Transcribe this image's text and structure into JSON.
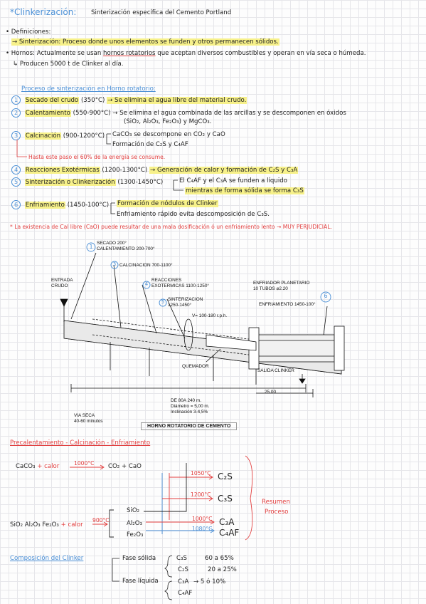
{
  "title": {
    "heading": "*Clinkerización:",
    "subtitle": "Sinterización específica del Cemento Portland"
  },
  "definiciones": {
    "label": "• Definiciones:",
    "line": "→ Sinterización: Proceso donde unos elementos se funden y otros permanecen sólidos."
  },
  "hornos": {
    "label": "• Hornos:",
    "pre": "Actualmente se usan",
    "key": "hornos rotatorios",
    "post": "que aceptan diversos combustibles y operan en vía seca o húmeda.",
    "produce": "↳ Producen 5000 t de Clinker al día."
  },
  "process_title": "Proceso de sinterización en Horno rotatorio:",
  "steps": {
    "s1": {
      "num": "1",
      "name": "Secado del crudo",
      "temp": "(350°C)",
      "desc": "→ Se elimina el agua libre del material crudo."
    },
    "s2": {
      "num": "2",
      "name": "Calentamiento",
      "temp": "(550-900°C)",
      "desc": "→ Se elimina el agua combinada de las arcillas y se descomponen en óxidos",
      "desc2": "(SiO₂, Al₂O₃, Fe₂O₃) y MgCO₃."
    },
    "s3": {
      "num": "3",
      "name": "Calcinación",
      "temp": "(900-1200°C)",
      "a": "CaCO₃ se descompone en CO₂ y CaO",
      "b": "Formación de C₂S y C₄AF",
      "note": "Hasta este paso el 60% de la energía se consume."
    },
    "s4": {
      "num": "4",
      "name": "Reacciones Exotérmicas",
      "temp": "(1200-1300°C)",
      "desc": "→ Generación de calor y formación de C₂S y C₃A"
    },
    "s5": {
      "num": "5",
      "name": "Sinterización o Clinkerización",
      "temp": "(1300-1450°C)",
      "a": "El C₄AF y el C₃A se funden a líquido",
      "b": "mientras de forma sólida se forma C₃S"
    },
    "s6": {
      "num": "6",
      "name": "Enfriamiento",
      "temp": "(1450-100°C)",
      "a": "Formación de nódulos de Clinker",
      "b": "Enfriamiento rápido evita descomposición de C₃S."
    }
  },
  "warning": "* La existencia de Cal libre (CaO) puede resultar de una mala dosificación ó un enfriamiento lento → MUY PERJUDICIAL.",
  "figure": {
    "l1": "SECADO 200°",
    "l1b": "CALENTAMIENTO 200-700°",
    "l3": "CALCINACION 700-1100°",
    "l4a": "REACCIONES",
    "l4b": "EXOTERMICAS 1100-1250°",
    "l5a": "SINTERIZACION",
    "l5b": "1250-1450°",
    "entrada": "ENTRADA",
    "crudo": "CRUDO",
    "velocidad": "V= 100-180 r.p.h.",
    "enfriador_a": "ENFRIADOR PLANETARIO",
    "enfriador_b": "10 TUBOS ⌀2.20",
    "enfriamiento": "ENFRIAMIENTO 1450-100°",
    "quemador": "QUEMADOR",
    "salida": "SALIDA CLINKER",
    "dim1": "DE 80A 240 m.",
    "dim2": "Diámetro = 5,00 m.",
    "dim3": "Inclinación 3-4,5%",
    "dim25": "25.00",
    "viaseca_a": "VIA SECA",
    "viaseca_b": "40-60 minutos",
    "caption": "HORNO ROTATORIO DE CEMENTO",
    "c1": "1",
    "c3": "3",
    "c4": "4",
    "c5": "5",
    "c6": "6"
  },
  "flow": {
    "title": "Precalentamiento - Calcinación - Enfriamiento",
    "caco3": "CaCO₃",
    "plus_calor": "+ calor",
    "t1000": "1000°C",
    "products": "CO₂ + CaO",
    "t1050": "1050°C",
    "c2s": "C₂S",
    "t1200": "1200°C",
    "c3s": "C₃S",
    "oxides": "SiO₂ Al₂O₃ Fe₂O₃",
    "calor2": "+ calor",
    "t900": "900°C",
    "sio2": "SiO₂",
    "al2o3": "Al₂O₃",
    "fe2o3": "Fe₂O₃",
    "t1000b": "1000°C",
    "c3a": "C₃A",
    "t1080": "1080°C",
    "c4af": "C₄AF",
    "resumen_a": "Resumen",
    "resumen_b": "Proceso"
  },
  "composicion": {
    "title": "Composición del Clinker",
    "solida": "Fase sólida",
    "liquida": "Fase líquida",
    "c3s": "C₃S",
    "c3s_pct": "60 a 65%",
    "c2s": "C₂S",
    "c2s_pct": "20 a 25%",
    "c3a": "C₃A",
    "arrow": "→ 5 ó 10%",
    "c4af": "C₄AF"
  },
  "colors": {
    "blue": "#4a8fd6",
    "red": "#e23d3d",
    "highlight": "#f7f18a"
  }
}
